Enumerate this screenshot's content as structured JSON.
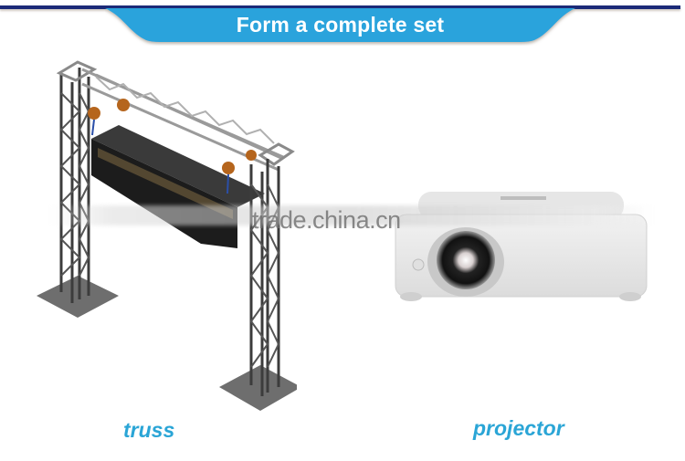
{
  "banner": {
    "title": "Form a complete set",
    "color": "#2ba3dc",
    "line_color": "#1b2a78"
  },
  "items": [
    {
      "caption": "truss",
      "icon": "truss-structure-illustration"
    },
    {
      "caption": "projector",
      "icon": "projector-illustration"
    }
  ],
  "caption_color": "#2aa5d6",
  "watermark": "trade.china.cn"
}
